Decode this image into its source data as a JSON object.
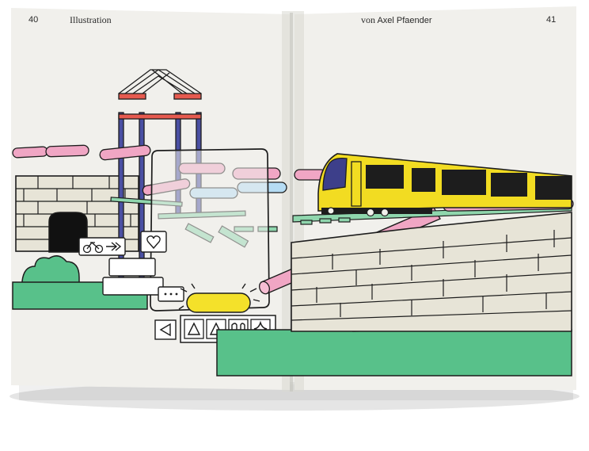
{
  "left_page": {
    "page_number": "40",
    "section_title": "Illustration"
  },
  "right_page": {
    "page_number": "41",
    "credit_prefix": "von",
    "credit_name": "Axel Pfaender"
  },
  "palette": {
    "paper": "#f1f0ec",
    "wall": "#e7e4d7",
    "green": "#58c18a",
    "pink": "#f0a6c4",
    "blue": "#b6dcf4",
    "mint": "#8fd6ad",
    "navy": "#4a4fa3",
    "red": "#e65a4f",
    "yellow": "#f4e12a",
    "ink": "#1d1d1d"
  },
  "icons": [
    "bike-icon",
    "arrows-right-icon",
    "heart-icon",
    "ellipsis-icon",
    "triangle-left-icon",
    "triangle-up-icon",
    "wave-icon",
    "sparkle-icon"
  ]
}
